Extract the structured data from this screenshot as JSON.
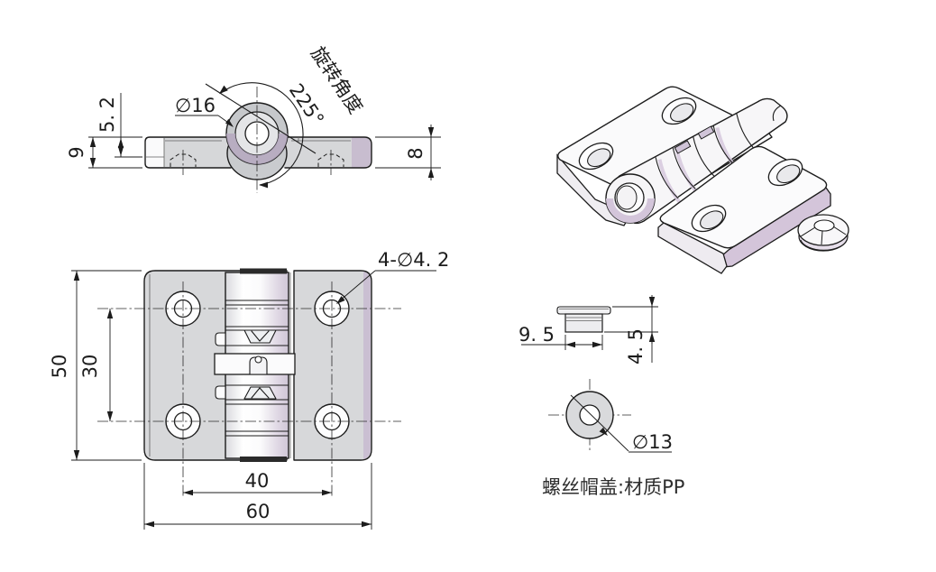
{
  "side_view": {
    "dim_height_left": "9",
    "dim_step": "5. 2",
    "dia_knuckle": "∅16",
    "angle_value": "225°",
    "angle_label": "旋转角度",
    "dim_thickness_right": "8"
  },
  "front_view": {
    "dim_height": "50",
    "dim_hole_spacing_v": "30",
    "dim_hole_spacing_h": "40",
    "dim_width": "60",
    "holes_label": "4-∅4. 2"
  },
  "cap_view": {
    "dim_width": "9. 5",
    "dim_height": "4. 5",
    "dia": "∅13",
    "note": "螺丝帽盖:材质PP"
  },
  "colors": {
    "line": "#1c1c1c",
    "plate_gray": "#d7d8da",
    "lavender": "#d4c5da",
    "background": "#ffffff"
  }
}
